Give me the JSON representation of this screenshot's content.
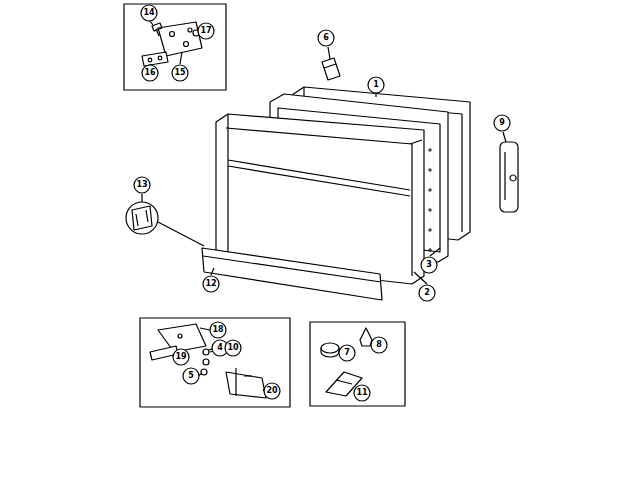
{
  "diagram": {
    "labels": [
      "14",
      "17",
      "15",
      "16",
      "6",
      "1",
      "9",
      "13",
      "3",
      "12",
      "2",
      "18",
      "4",
      "10",
      "19",
      "5",
      "20",
      "7",
      "8",
      "11"
    ]
  }
}
